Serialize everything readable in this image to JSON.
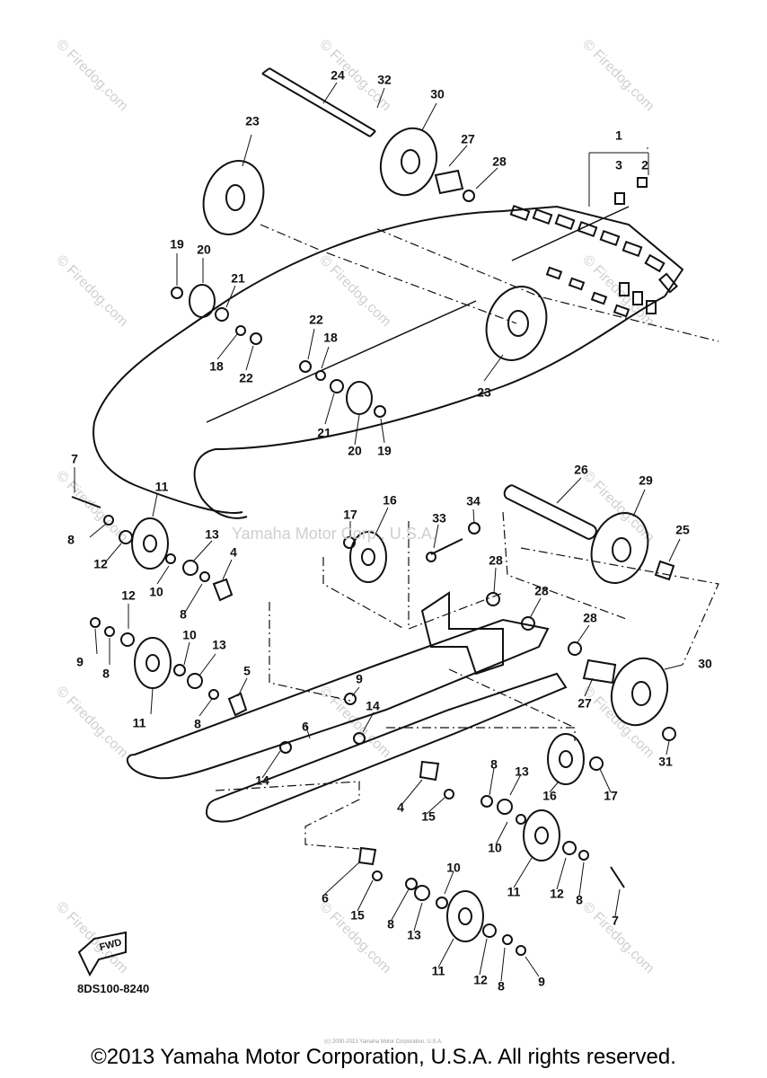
{
  "watermark": {
    "site": "© Firedog.com",
    "center": "Yamaha Motor Corp., U.S.A."
  },
  "diagram": {
    "part_code": "8DS100-8240",
    "fwd_label": "FWD",
    "callouts": [
      "1",
      "2",
      "3",
      "4",
      "5",
      "6",
      "7",
      "8",
      "9",
      "10",
      "11",
      "12",
      "13",
      "14",
      "15",
      "16",
      "17",
      "18",
      "19",
      "20",
      "21",
      "22",
      "23",
      "24",
      "25",
      "26",
      "27",
      "28",
      "29",
      "30",
      "31",
      "32",
      "33",
      "34"
    ]
  },
  "footer": {
    "fine_print": "(c) 2000-2013 Yamaha Motor Corporation, U.S.A.",
    "copyright": "©2013 Yamaha Motor Corporation, U.S.A. All rights reserved."
  }
}
